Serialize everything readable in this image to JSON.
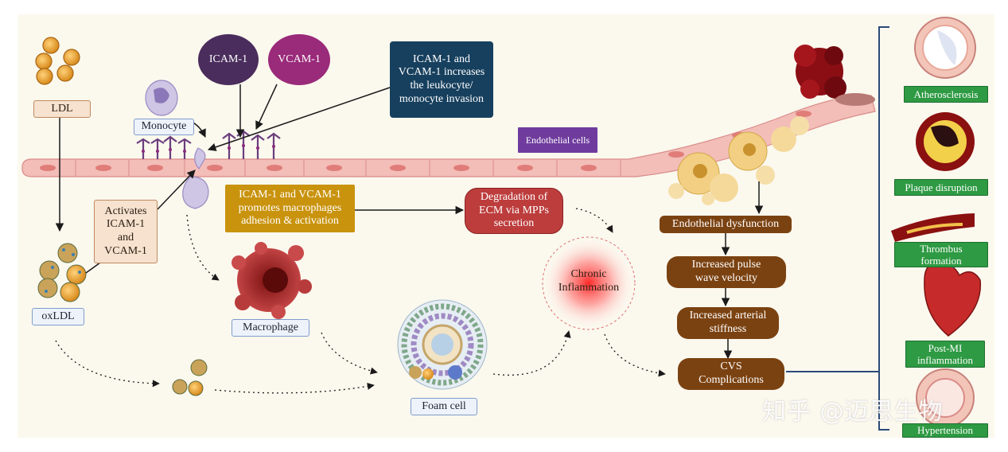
{
  "colors": {
    "background": "#fbf8ee",
    "icam": "#4a2d5c",
    "vcam": "#9a2a7a",
    "navy_box": "#17405e",
    "gold_box": "#c9930e",
    "red_box": "#bd3d3d",
    "brown_box": "#7b4211",
    "green_box": "#2e9a43",
    "endothelium": "#f2b9b5"
  },
  "icons": [
    "ldl-particle-icon",
    "monocyte-cell-icon",
    "adhesion-receptor-icon",
    "macrophage-cell-icon",
    "foam-cell-icon",
    "blood-clot-icon",
    "artery-cross-section-icon",
    "heart-icon",
    "plaque-cluster-icon"
  ],
  "labels": {
    "ldl": "LDL",
    "oxldl": "oxLDL",
    "monocyte": "Monocyte",
    "icam1": "ICAM-1",
    "vcam1": "VCAM-1",
    "invasion_note": "ICAM-1 and\nVCAM-1 increases\nthe leukocyte/\nmonocyte invasion",
    "endothelial_cells": "Endothelial cells",
    "activates": "Activates\nICAM-1\nand\nVCAM-1",
    "adhesion_note": "ICAM-1 and VCAM-1\npromotes macrophages\nadhesion & activation",
    "ecm_degradation": "Degradation of\nECM via MPPs\nsecretion",
    "chronic_inflammation": "Chronic\nInflammation",
    "macrophage": "Macrophage",
    "foam_cell": "Foam cell"
  },
  "flow": {
    "endothelial_dysfunction": "Endothelial dysfunction",
    "pulse_wave": "Increased pulse\nwave velocity",
    "arterial_stiffness": "Increased arterial\nstiffness",
    "cvs": "CVS\nComplications"
  },
  "outcomes": [
    "Atherosclerosis",
    "Plaque disruption",
    "Thrombus\nformation",
    "Post-MI\ninflammation",
    "Hypertension"
  ],
  "watermark": "知乎 @迈思生物"
}
